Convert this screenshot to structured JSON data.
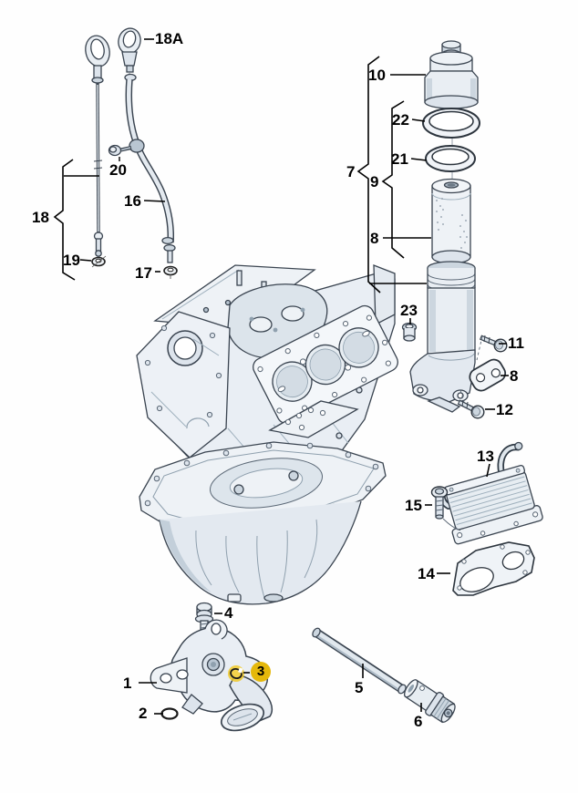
{
  "diagram_kind": "exploded-parts-diagram-engine-oil-system",
  "background": "#ffffff",
  "colors": {
    "highlight_badge": "#E5B80B",
    "line_art_outline": "#3a4450",
    "part_fill_light": "#edf1f6",
    "part_fill_mid": "#ccd6df",
    "leader_line": "#000000"
  },
  "highlighted_callout": "3",
  "callouts": [
    {
      "id": "18A",
      "text": "18A"
    },
    {
      "id": "20",
      "text": "20"
    },
    {
      "id": "16",
      "text": "16"
    },
    {
      "id": "18",
      "text": "18"
    },
    {
      "id": "19",
      "text": "19"
    },
    {
      "id": "17",
      "text": "17"
    },
    {
      "id": "10",
      "text": "10"
    },
    {
      "id": "22",
      "text": "22"
    },
    {
      "id": "21",
      "text": "21"
    },
    {
      "id": "7",
      "text": "7"
    },
    {
      "id": "9",
      "text": "9"
    },
    {
      "id": "8-filter",
      "text": "8"
    },
    {
      "id": "23",
      "text": "23"
    },
    {
      "id": "11",
      "text": "11"
    },
    {
      "id": "8-gasket",
      "text": "8"
    },
    {
      "id": "12",
      "text": "12"
    },
    {
      "id": "13",
      "text": "13"
    },
    {
      "id": "15",
      "text": "15"
    },
    {
      "id": "14",
      "text": "14"
    },
    {
      "id": "4",
      "text": "4"
    },
    {
      "id": "1",
      "text": "1"
    },
    {
      "id": "3",
      "text": "3"
    },
    {
      "id": "2",
      "text": "2"
    },
    {
      "id": "5",
      "text": "5"
    },
    {
      "id": "6",
      "text": "6"
    }
  ]
}
